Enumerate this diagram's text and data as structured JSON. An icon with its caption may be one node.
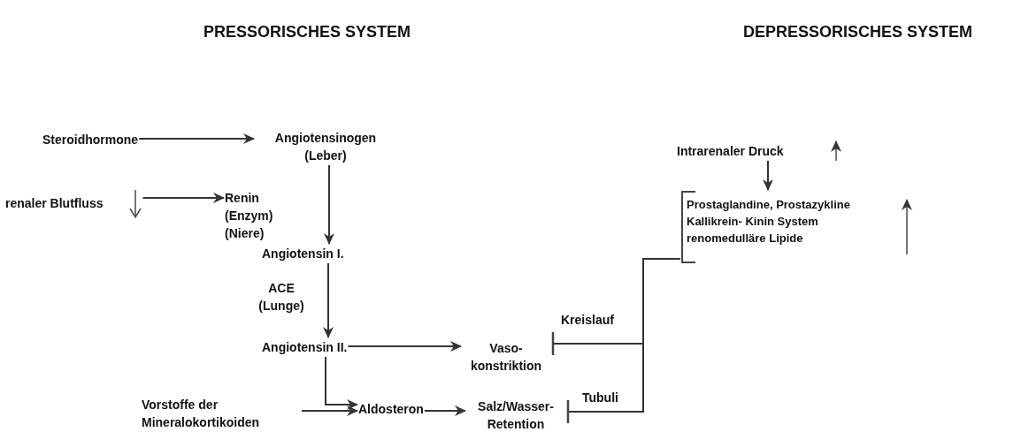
{
  "diagram": {
    "nodes": [
      {
        "text": [
          "Steroidhormone"
        ]
      },
      {
        "text": [
          "Angiotensinogen (Leber)"
        ]
      },
      {
        "text": [
          "renaler Blutfluss"
        ]
      },
      {
        "text": [
          "Renin (Enzym) (Niere)"
        ]
      },
      {
        "text": [
          "Angiotensin I."
        ]
      },
      {
        "text": [
          "Angiotensin II."
        ]
      },
      {
        "text": [
          "Vaso- konstriktion"
        ]
      },
      {
        "text": [
          "Vorstoffe der Mineralokortikoiden"
        ]
      },
      {
        "text": [
          "Aldosteron"
        ]
      },
      {
        "text": [
          "Salz/Wasser- Retention"
        ]
      },
      {
        "text": [
          "Intrarenaler Druck"
        ]
      },
      {
        "text": [
          "Prostaglandine, Prostazykline",
          "Kallikrein- Kinin System",
          "renomedulläre Lipide"
        ]
      }
    ],
    "edges": [
      {
        "from": 0,
        "to": 1,
        "arrow": "to"
      },
      {
        "from": 2,
        "to": 3,
        "arrow": "to"
      },
      {
        "from": 1,
        "to": 4,
        "arrow": "to"
      },
      {
        "from": 4,
        "to": 5,
        "arrow": "to",
        "label": "ACE (Lunge)"
      },
      {
        "from": 5,
        "to": 6,
        "arrow": "to"
      },
      {
        "from": 5,
        "to": 8,
        "arrow": "to"
      },
      {
        "from": 7,
        "to": 8,
        "arrow": "to"
      },
      {
        "from": 8,
        "to": 9,
        "arrow": "to"
      },
      {
        "from": 10,
        "to": 11,
        "arrow": "to"
      },
      {
        "from": 11,
        "to": 6,
        "arrow": "other",
        "label": "Kreislauf"
      },
      {
        "from": 11,
        "to": 9,
        "arrow": "other",
        "label": "Tubuli"
      }
    ],
    "labels": [
      "PRESSORISCHES SYSTEM",
      "DEPRESSORISCHES SYSTEM"
    ]
  }
}
